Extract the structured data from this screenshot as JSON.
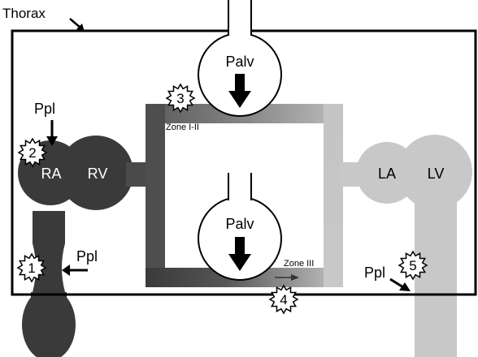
{
  "thorax_label": "Thorax",
  "chambers": {
    "ra": "RA",
    "rv": "RV",
    "la": "LA",
    "lv": "LV"
  },
  "alveoli": [
    {
      "label": "Palv"
    },
    {
      "label": "Palv"
    }
  ],
  "pressure_labels": {
    "ppl_top": "Ppl",
    "ppl_mid": "Ppl",
    "ppl_right": "Ppl"
  },
  "zones": {
    "upper": "Zone I-II",
    "lower": "Zone III"
  },
  "markers": [
    "1",
    "2",
    "3",
    "4",
    "5"
  ],
  "colors": {
    "venous": "#3c3c3c",
    "arterial": "#c8c8c8",
    "outline": "#000000",
    "background": "#ffffff"
  },
  "icons": [
    "arrow-icon",
    "burst-star-icon"
  ]
}
